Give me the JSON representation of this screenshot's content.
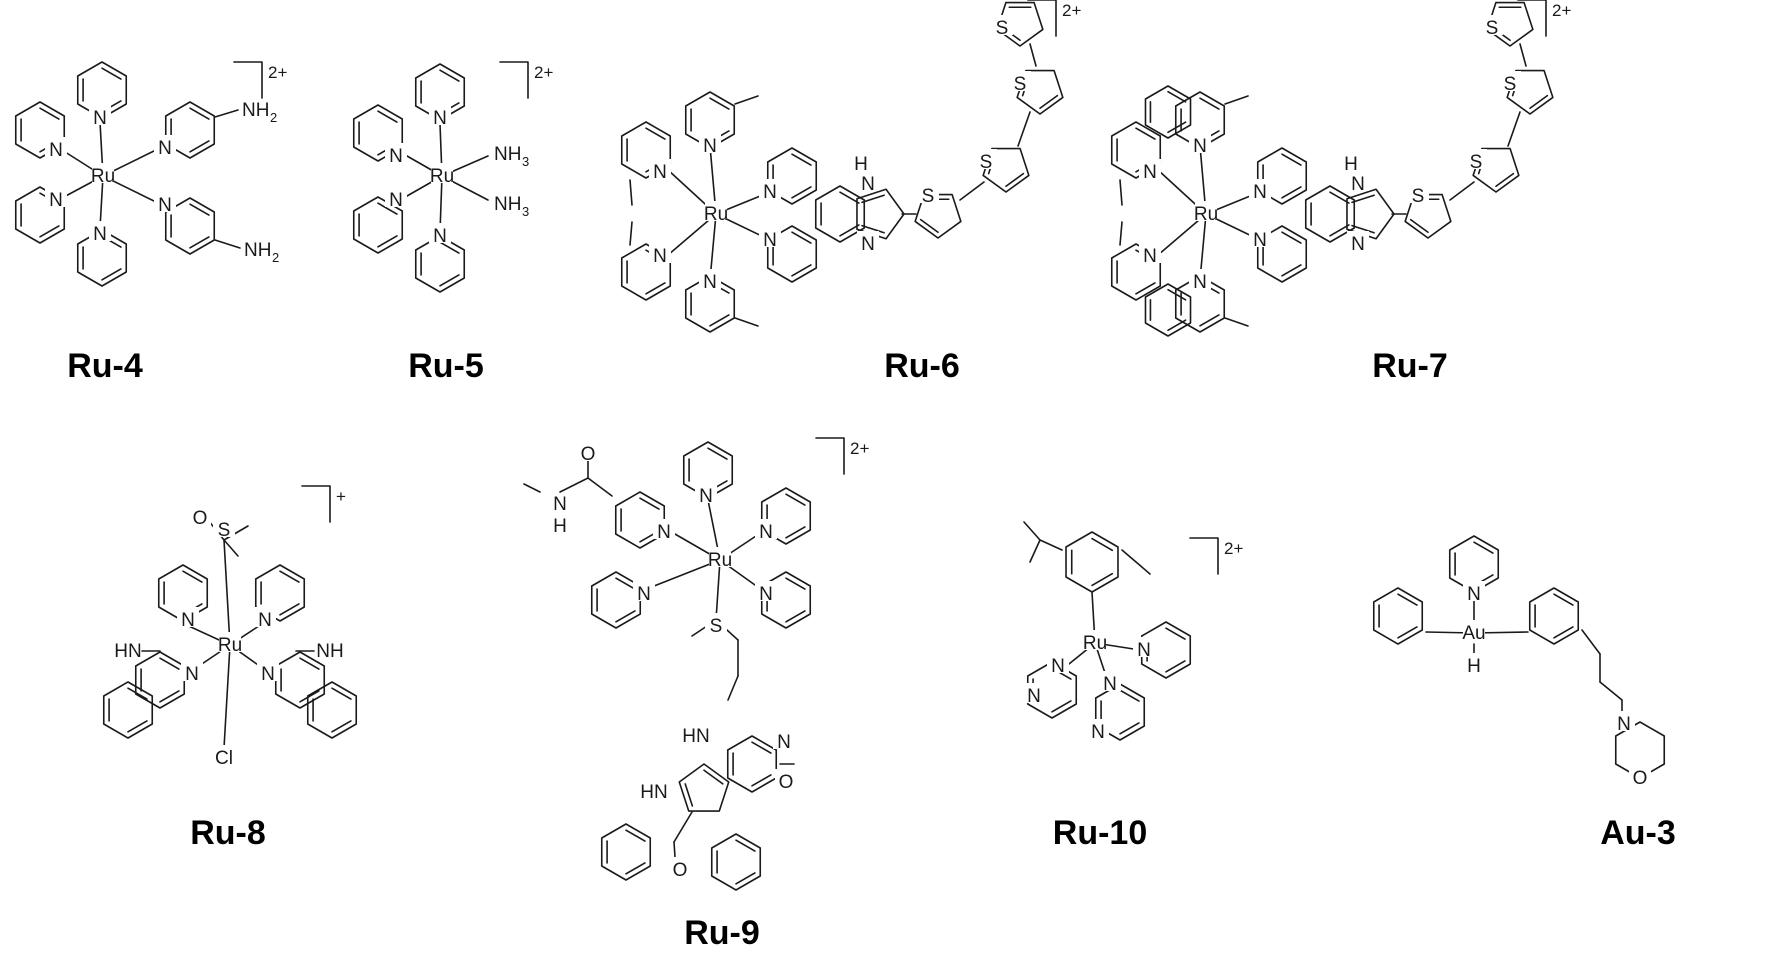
{
  "compounds": [
    {
      "name": "Ru-4",
      "charge": "2+"
    },
    {
      "name": "Ru-5",
      "charge": "2+"
    },
    {
      "name": "Ru-6",
      "charge": "2+"
    },
    {
      "name": "Ru-7",
      "charge": "2+"
    },
    {
      "name": "Ru-8",
      "charge": "+"
    },
    {
      "name": "Ru-9",
      "charge": "2+"
    },
    {
      "name": "Ru-10",
      "charge": "2+"
    },
    {
      "name": "Au-3",
      "charge": ""
    }
  ],
  "atoms": {
    "Ru": "Ru",
    "Au": "Au",
    "N": "N",
    "S": "S",
    "O": "O",
    "Cl": "Cl",
    "H": "H",
    "NH": "NH",
    "HN": "HN",
    "NH_prefix": "NH",
    "H_sub": "H",
    "N_sub": "N",
    "sub2": "2",
    "sub3": "3"
  }
}
